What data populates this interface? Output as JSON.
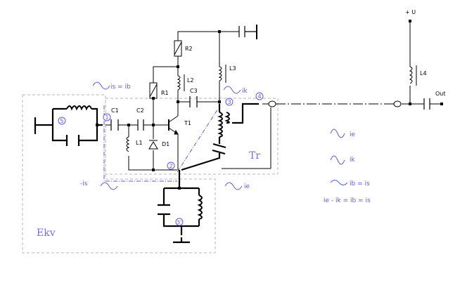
{
  "labels": {
    "plus_u": "+ U",
    "out": "Out",
    "r1": "R1",
    "r2": "R2",
    "l1": "L1",
    "l2": "L2",
    "l3": "L3",
    "l4": "L4",
    "c1": "C1",
    "c2": "C2",
    "c3": "C3",
    "d1": "D1",
    "t1": "T1",
    "tr": "Tr",
    "ekv": "Ekv"
  },
  "nodes": {
    "n1": "1",
    "n2": "2",
    "n3": "3",
    "n4": "4",
    "n5": "5",
    "n5b": "5'"
  },
  "currents": {
    "is_eq_ib": "is = ib",
    "minus_is": "-is",
    "ik": "ik",
    "ie": "ie",
    "legend_ie": "ie",
    "legend_ik": "ik",
    "legend_ib_is": "ib = is",
    "legend_eq": "ie - ik = ib = is"
  },
  "colors": {
    "wire": "#000000",
    "blue": "#5a5ae6",
    "dashed_box": "#b4b4b4",
    "dashdot": "#5a5ae6"
  }
}
